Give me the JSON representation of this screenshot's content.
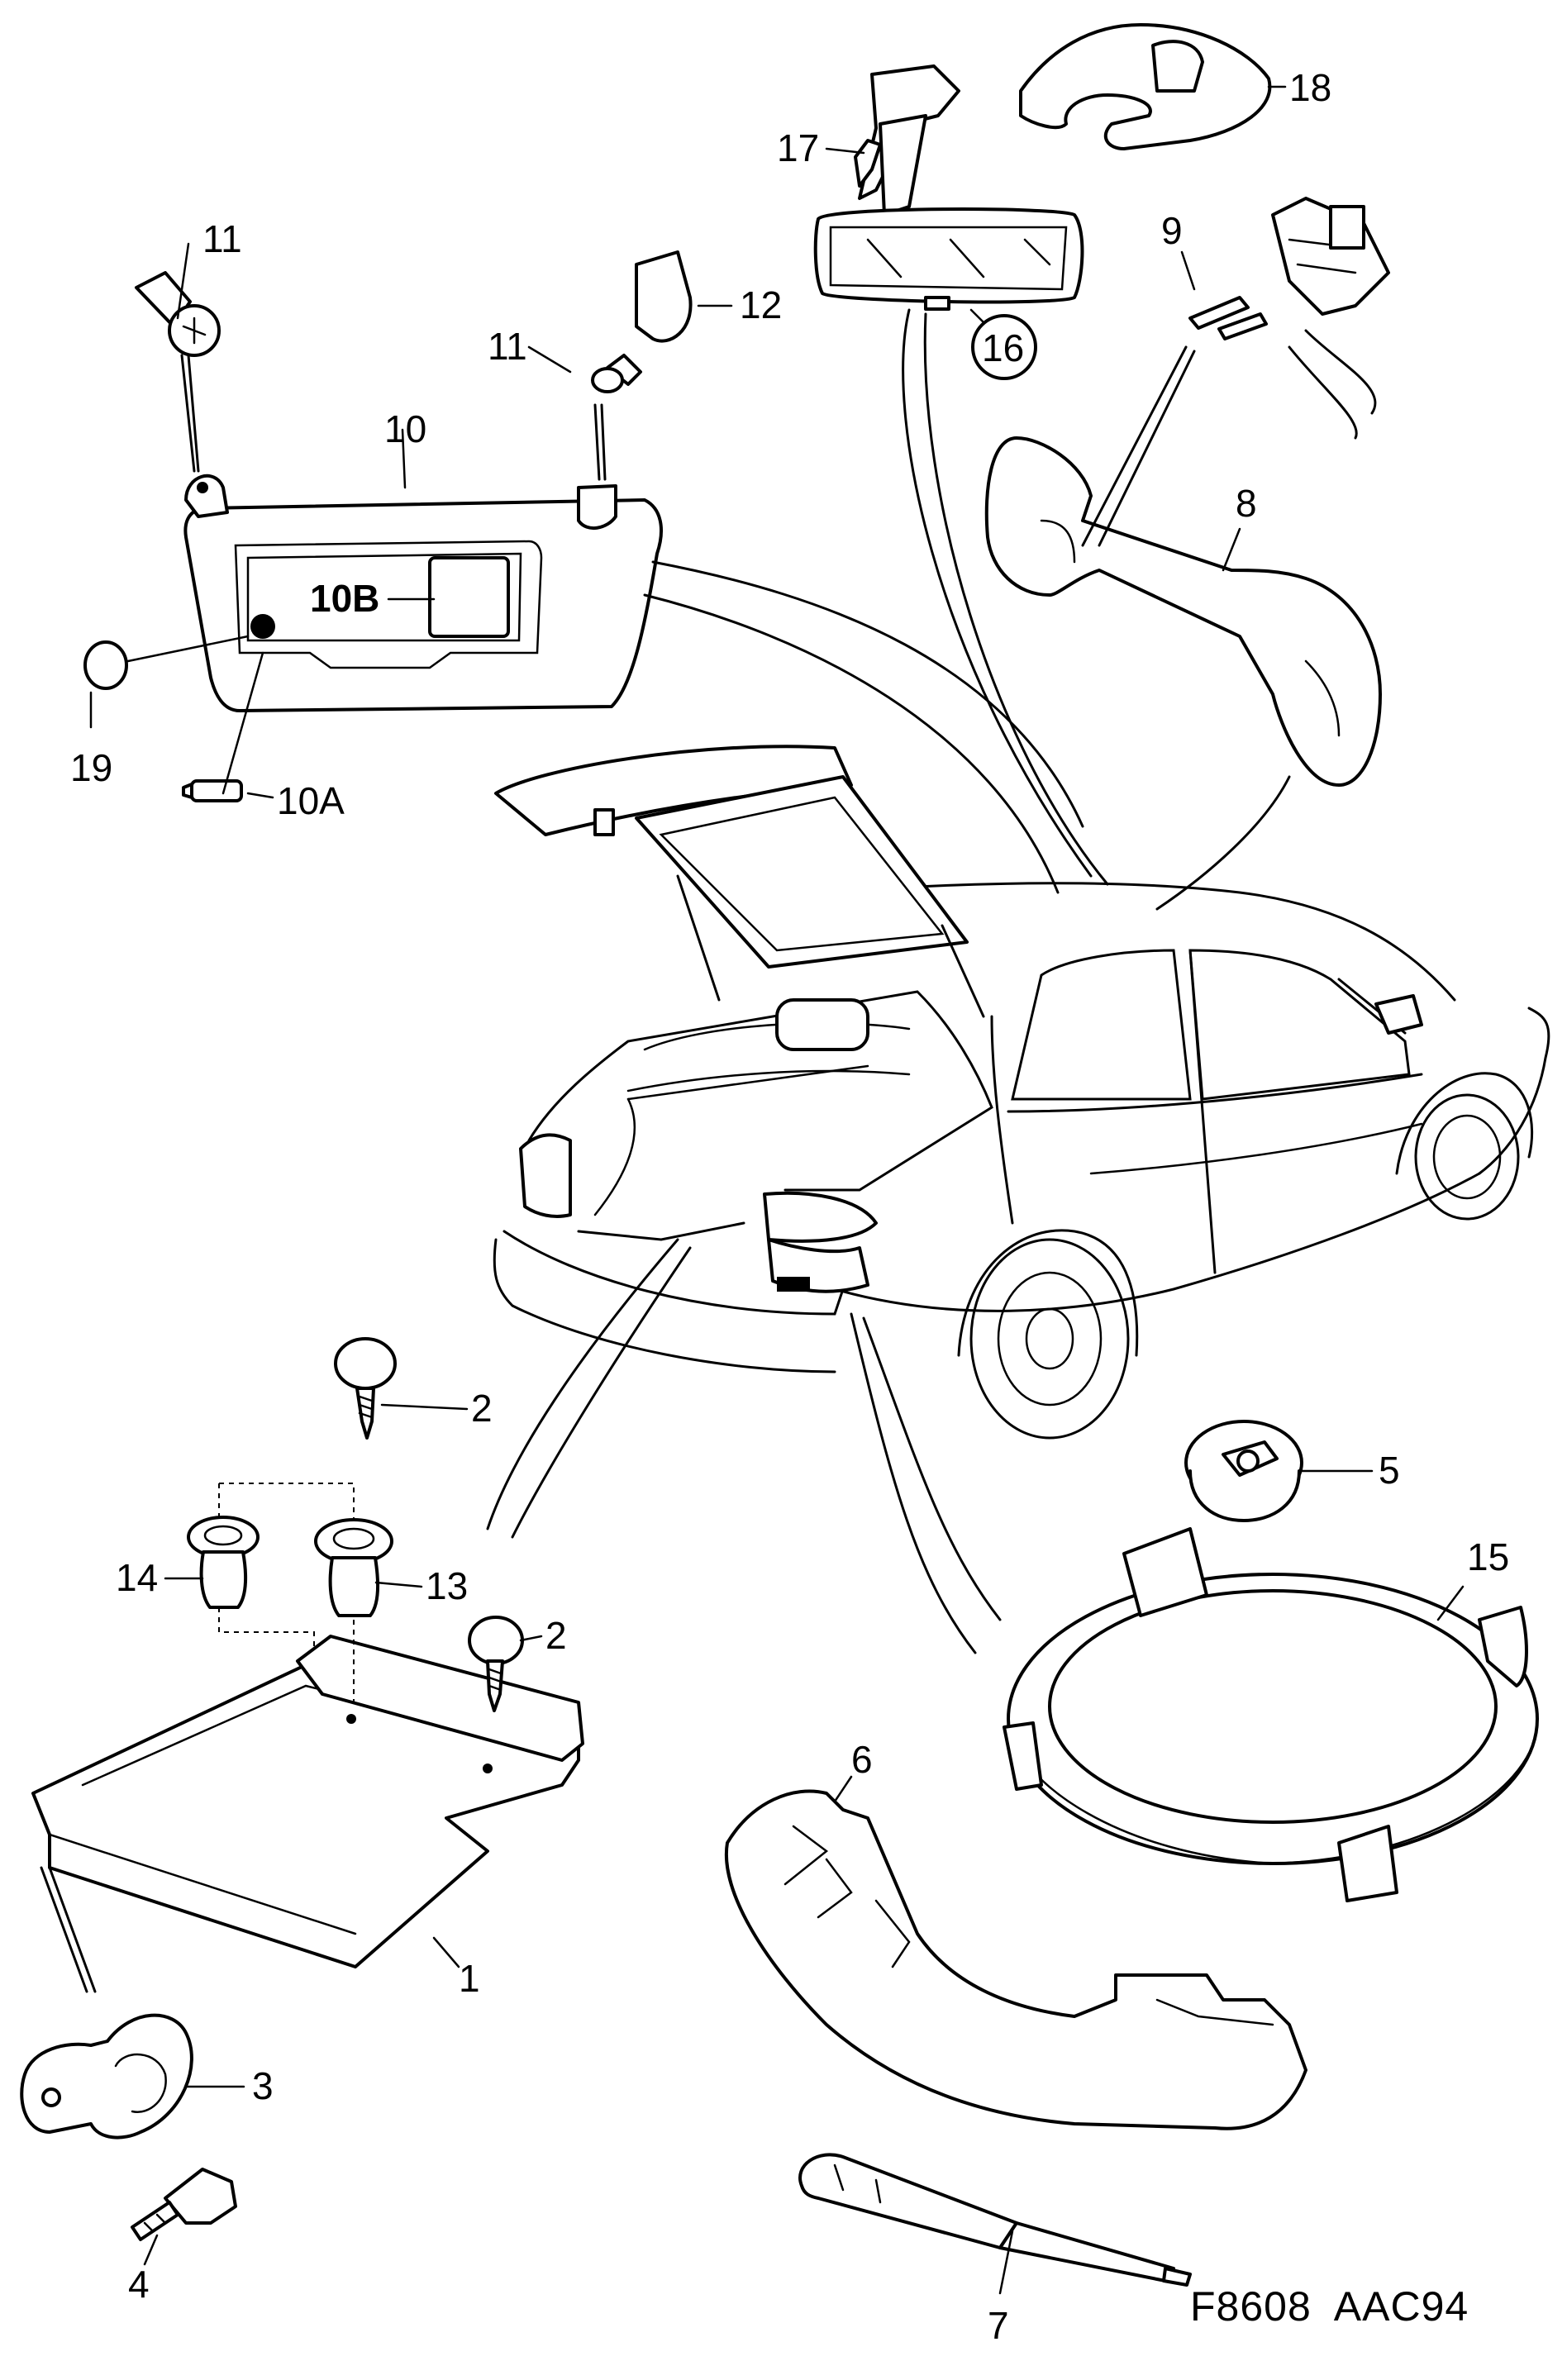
{
  "figure_code": "F8608  AAC94",
  "callouts": {
    "c1": "1",
    "c2a": "2",
    "c2b": "2",
    "c3": "3",
    "c4": "4",
    "c5": "5",
    "c6": "6",
    "c7": "7",
    "c8": "8",
    "c9": "9",
    "c10": "10",
    "c10a": "10A",
    "c10b": "10B",
    "c11a": "11",
    "c11b": "11",
    "c12": "12",
    "c13": "13",
    "c14": "14",
    "c15": "15",
    "c16": "16",
    "c17": "17",
    "c18": "18",
    "c19": "19"
  }
}
